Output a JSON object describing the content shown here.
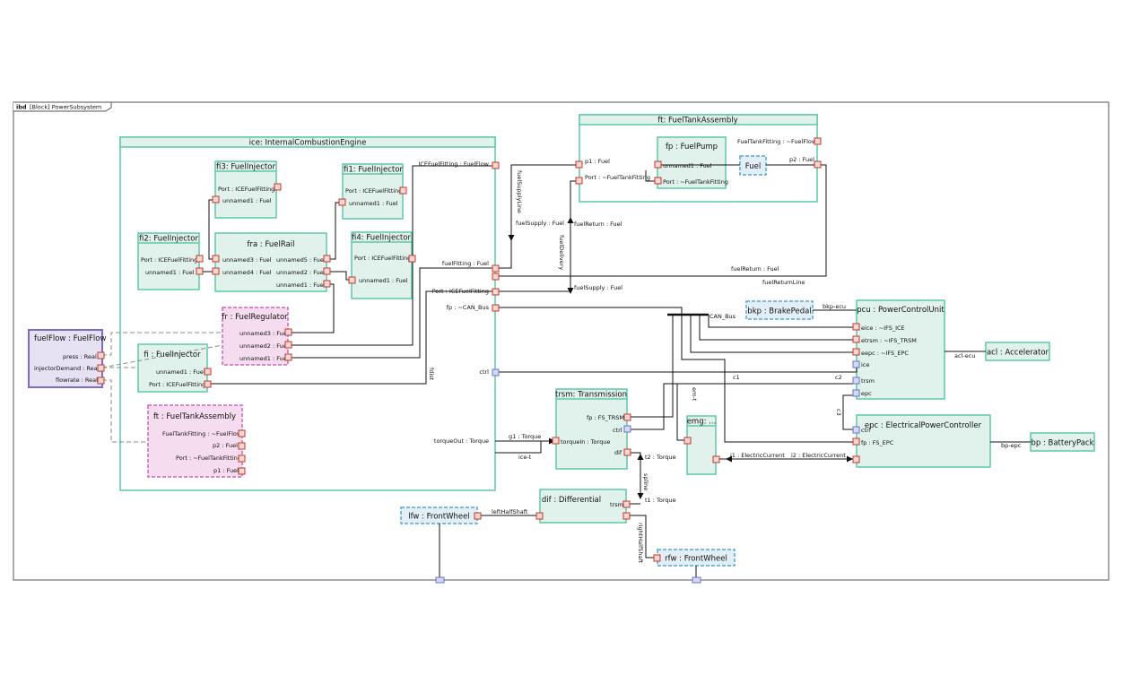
{
  "frame": {
    "keyword": "ibd",
    "label": "[Block] PowerSubsystem"
  },
  "blocks": {
    "ice": {
      "title": "ice: InternalCombustionEngine"
    },
    "fi3": {
      "title": "fi3: FuelInjector",
      "port_label": "Port : ICEFuelFitting",
      "unnamed1": "unnamed1 : Fuel"
    },
    "fi1": {
      "title": "fi1: FuelInjector",
      "port_label": "Port : ICEFuelFitting",
      "unnamed1": "unnamed1 : Fuel"
    },
    "fi2": {
      "title": "fi2: FuelInjector",
      "port_label": "Port : ICEFuelFitting",
      "unnamed1": "unnamed1 : Fuel"
    },
    "fi4": {
      "title": "fi4: FuelInjector",
      "port_label": "Port : ICEFuelFitting",
      "unnamed1": "unnamed1 : Fuel"
    },
    "fra": {
      "title": "fra : FuelRail",
      "unnamed3": "unnamed3 : Fuel",
      "unnamed4": "unnamed4 : Fuel",
      "unnamed5": "unnamed5 : Fuel",
      "unnamed2": "unnamed2 : Fuel",
      "unnamed1": "unnamed1 : Fuel"
    },
    "fr": {
      "title": "fr : FuelRegulator",
      "unnamed3": "unnamed3 : Fuel",
      "unnamed2": "unnamed2 : Fuel",
      "unnamed1": "unnamed1 : Fuel"
    },
    "fi": {
      "title": "fi : FuelInjector",
      "unnamed1": "unnamed1 : Fuel",
      "port_label": "Port : ICEFuelFitting"
    },
    "ft_inner": {
      "title": "ft : FuelTankAssembly",
      "p1": "FuelTankFitting : ~FuelFlow",
      "p2": "p2 : Fuel",
      "p3": "Port : ~FuelTankFitting",
      "p4": "p1 : Fuel"
    },
    "fuelFlow": {
      "title": "fuelFlow : FuelFlow",
      "press": "press : Real",
      "injectorDemand": "injectorDemand : Real",
      "flowrate": "flowrate : Real"
    },
    "ft_top": {
      "title": "ft: FuelTankAssembly",
      "p1": "p1 : Fuel",
      "port": "Port : ~FuelTankFitting",
      "fittingPort": "FuelTankFitting : ~FuelFlow",
      "p2": "p2 : Fuel"
    },
    "fp": {
      "title": "fp : FuelPump",
      "unnamed1": "unnamed1 : Fuel",
      "port": "Port : ~FuelTankFitting"
    },
    "fuel": {
      "title": "Fuel"
    },
    "bkp": {
      "title": "bkp : BrakePedal"
    },
    "pcu": {
      "title": "pcu : PowerControlUnit",
      "eice": "eice : ~IFS_ICE",
      "etrsm": "etrsm : ~IFS_TRSM",
      "eepc": "eepc : ~IFS_EPC",
      "ice": "ice",
      "trsm": "trsm",
      "epc": "epc"
    },
    "acl": {
      "title": "acl : Accelerator"
    },
    "trsm": {
      "title": "trsm: Transmission",
      "fp": "fp : FS_TRSM",
      "ctrl": "ctrl",
      "torqueIn": "torqueIn : Torque",
      "dif": "dif"
    },
    "emg": {
      "title": "emg: ..."
    },
    "epc": {
      "title": "epc : ElectricalPowerController",
      "ctrl": "ctrl",
      "fp": "fp : FS_EPC"
    },
    "bp": {
      "title": "bp : BatteryPack"
    },
    "dif": {
      "title": "dif : Differential",
      "trsm": "trsm"
    },
    "lfw": {
      "title": "lfw : FrontWheel"
    },
    "rfw": {
      "title": "rfw : FrontWheel"
    }
  },
  "ice_ports": {
    "iceFuelFitting": "ICEFuelFitting : FuelFlow",
    "fuelFitting": "fuelFitting : Fuel",
    "portIceFuelFitting": "Port : ICEFuelFitting",
    "fp": "fp : ~CAN_Bus",
    "ctrl": "ctrl",
    "torqueOut": "torqueOut : Torque"
  },
  "connectors": {
    "fuelSupplyLine": "fuelSupplyLine",
    "fuelSupply1": "fuelSupply : Fuel",
    "fuelReturn1": "fuelReturn : Fuel",
    "fuelDelivery": "fuelDelivery",
    "fuelReturn2": "fuelReturn : Fuel",
    "fuelReturnLine": "fuelReturnLine",
    "fuelSupply2": "fuelSupply : Fuel",
    "canBus": "CAN_Bus",
    "bkpEcu": "bkp-ecu",
    "aclEcu": "acl-ecu",
    "bpEpc": "bp-epc",
    "c1": "c1",
    "c2": "c2",
    "c3": "c3",
    "emt": "em-t",
    "fdist": "fdist",
    "g1": "g1 : Torque",
    "icet": "ice-t",
    "t2": "t2 : Torque",
    "spline": "spline",
    "t1": "t1 : Torque",
    "i1": "i1 : ElectricCurrent",
    "i2": "i2 : ElectricCurrent",
    "leftHalfShaft": "leftHalfShaft",
    "rightHalfShaft": "rightHalfShaft"
  },
  "colors": {
    "block_fill": "#e1f1ec",
    "block_border": "#5fc9a8",
    "regulator_fill": "#f6dcef",
    "regulator_border": "#d263bd",
    "flow_fill": "#e6e2f4",
    "flow_border": "#7c6bd1",
    "external_fill": "#e3eff6",
    "external_border": "#56a6d4",
    "port_fill": "#f8d7d2",
    "port_border": "#c0392b",
    "iface_port_fill": "#d4d9f5",
    "iface_port_border": "#6a74c9"
  }
}
